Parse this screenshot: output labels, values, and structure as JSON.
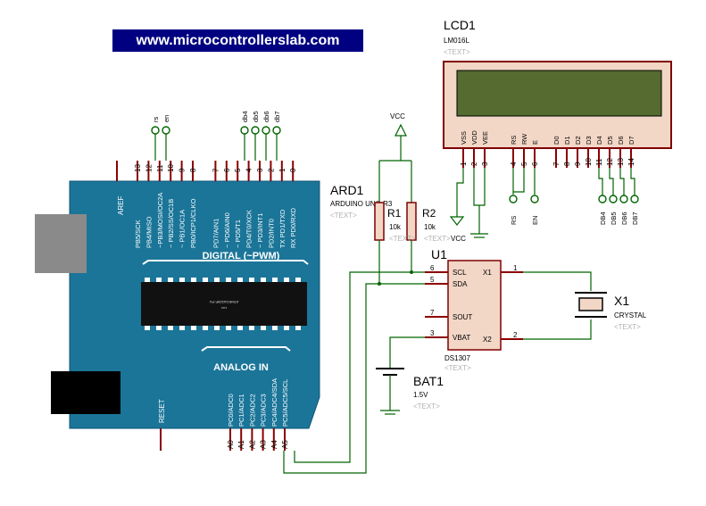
{
  "banner": {
    "url": "www.microcontrollerslab.com"
  },
  "colors": {
    "board": "#1b7598",
    "wire": "#006400",
    "pin": "#8b0000",
    "lcd_frame": "#800000",
    "lcd_screen": "#556b2f",
    "text_grey": "#b0b0b0",
    "ic_fill": "#f2d6c6"
  },
  "lcd": {
    "name": "LCD1",
    "model": "LM016L",
    "placeholder": "<TEXT>",
    "pins": [
      {
        "label": "VSS",
        "num": "1"
      },
      {
        "label": "VDD",
        "num": "2"
      },
      {
        "label": "VEE",
        "num": "3"
      },
      {
        "label": "RS",
        "num": "4"
      },
      {
        "label": "RW",
        "num": "5"
      },
      {
        "label": "E",
        "num": "6"
      },
      {
        "label": "D0",
        "num": "7"
      },
      {
        "label": "D1",
        "num": "8"
      },
      {
        "label": "D2",
        "num": "9"
      },
      {
        "label": "D3",
        "num": "10"
      },
      {
        "label": "D4",
        "num": "11"
      },
      {
        "label": "D5",
        "num": "12"
      },
      {
        "label": "D6",
        "num": "13"
      },
      {
        "label": "D7",
        "num": "14"
      }
    ],
    "terminals": [
      "RS",
      "EN",
      "DB4",
      "DB5",
      "DB6",
      "DB7"
    ]
  },
  "arduino": {
    "name": "ARD1",
    "model": "ARDUINO UNO R3",
    "placeholder": "<TEXT>",
    "digital_label": "DIGITAL (~PWM)",
    "analog_label": "ANALOG IN",
    "aref": "AREF",
    "reset": "RESET",
    "chip_text": "ATMEGA328P-PU",
    "chip_sub": "1121",
    "digital_pins": [
      {
        "num": "13",
        "label": "PB5/SCK"
      },
      {
        "num": "12",
        "label": "PB4/MISO"
      },
      {
        "num": "11",
        "label": "~PB3/MOSI/OC2A"
      },
      {
        "num": "10",
        "label": "~ PB2/SS/OC1B"
      },
      {
        "num": "9",
        "label": "~ PB1/OC1A"
      },
      {
        "num": "8",
        "label": "PB0/ICP1/CLKO"
      },
      {
        "num": "7",
        "label": "PD7/AIN1"
      },
      {
        "num": "6",
        "label": "~ PD6/AIN0"
      },
      {
        "num": "5",
        "label": "~ PD5/T1"
      },
      {
        "num": "4",
        "label": "PD4/T0/XCK"
      },
      {
        "num": "3",
        "label": "~ PD3/INT1"
      },
      {
        "num": "2",
        "label": "PD2/INT0"
      },
      {
        "num": "1",
        "label": "TX PD1/TXD"
      },
      {
        "num": "0",
        "label": "RX PD0/RXD"
      }
    ],
    "analog_pins": [
      {
        "num": "A0",
        "label": "PC0/ADC0"
      },
      {
        "num": "A1",
        "label": "PC1/ADC1"
      },
      {
        "num": "A2",
        "label": "PC2/ADC2"
      },
      {
        "num": "A3",
        "label": "PC3/ADC3"
      },
      {
        "num": "A4",
        "label": "PC4/ADC4/SDA"
      },
      {
        "num": "A5",
        "label": "PC5/ADC5/SCL"
      }
    ],
    "top_terminals": [
      "rs",
      "en",
      "db4",
      "db5",
      "db6",
      "db7"
    ]
  },
  "power": {
    "vcc_top": "VCC",
    "vcc_bottom": "VCC"
  },
  "r1": {
    "name": "R1",
    "value": "10k",
    "placeholder": "<TEXT>"
  },
  "r2": {
    "name": "R2",
    "value": "10k",
    "placeholder": "<TEXT>"
  },
  "rtc": {
    "name": "U1",
    "model": "DS1307",
    "placeholder": "<TEXT>",
    "pins": [
      {
        "label": "SCL",
        "num": "6"
      },
      {
        "label": "SDA",
        "num": "5"
      },
      {
        "label": "SOUT",
        "num": "7"
      },
      {
        "label": "VBAT",
        "num": "3"
      },
      {
        "label": "X1",
        "num": "1"
      },
      {
        "label": "X2",
        "num": "2"
      }
    ]
  },
  "crystal": {
    "name": "X1",
    "model": "CRYSTAL",
    "placeholder": "<TEXT>"
  },
  "battery": {
    "name": "BAT1",
    "value": "1.5V",
    "placeholder": "<TEXT>"
  }
}
